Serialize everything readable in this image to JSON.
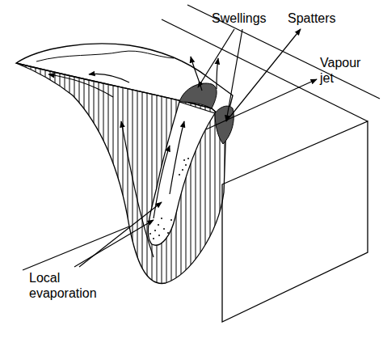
{
  "diagram": {
    "labels": [
      "Swellings",
      "Spatters",
      "Vapour jet",
      "Local evaporation"
    ]
  }
}
